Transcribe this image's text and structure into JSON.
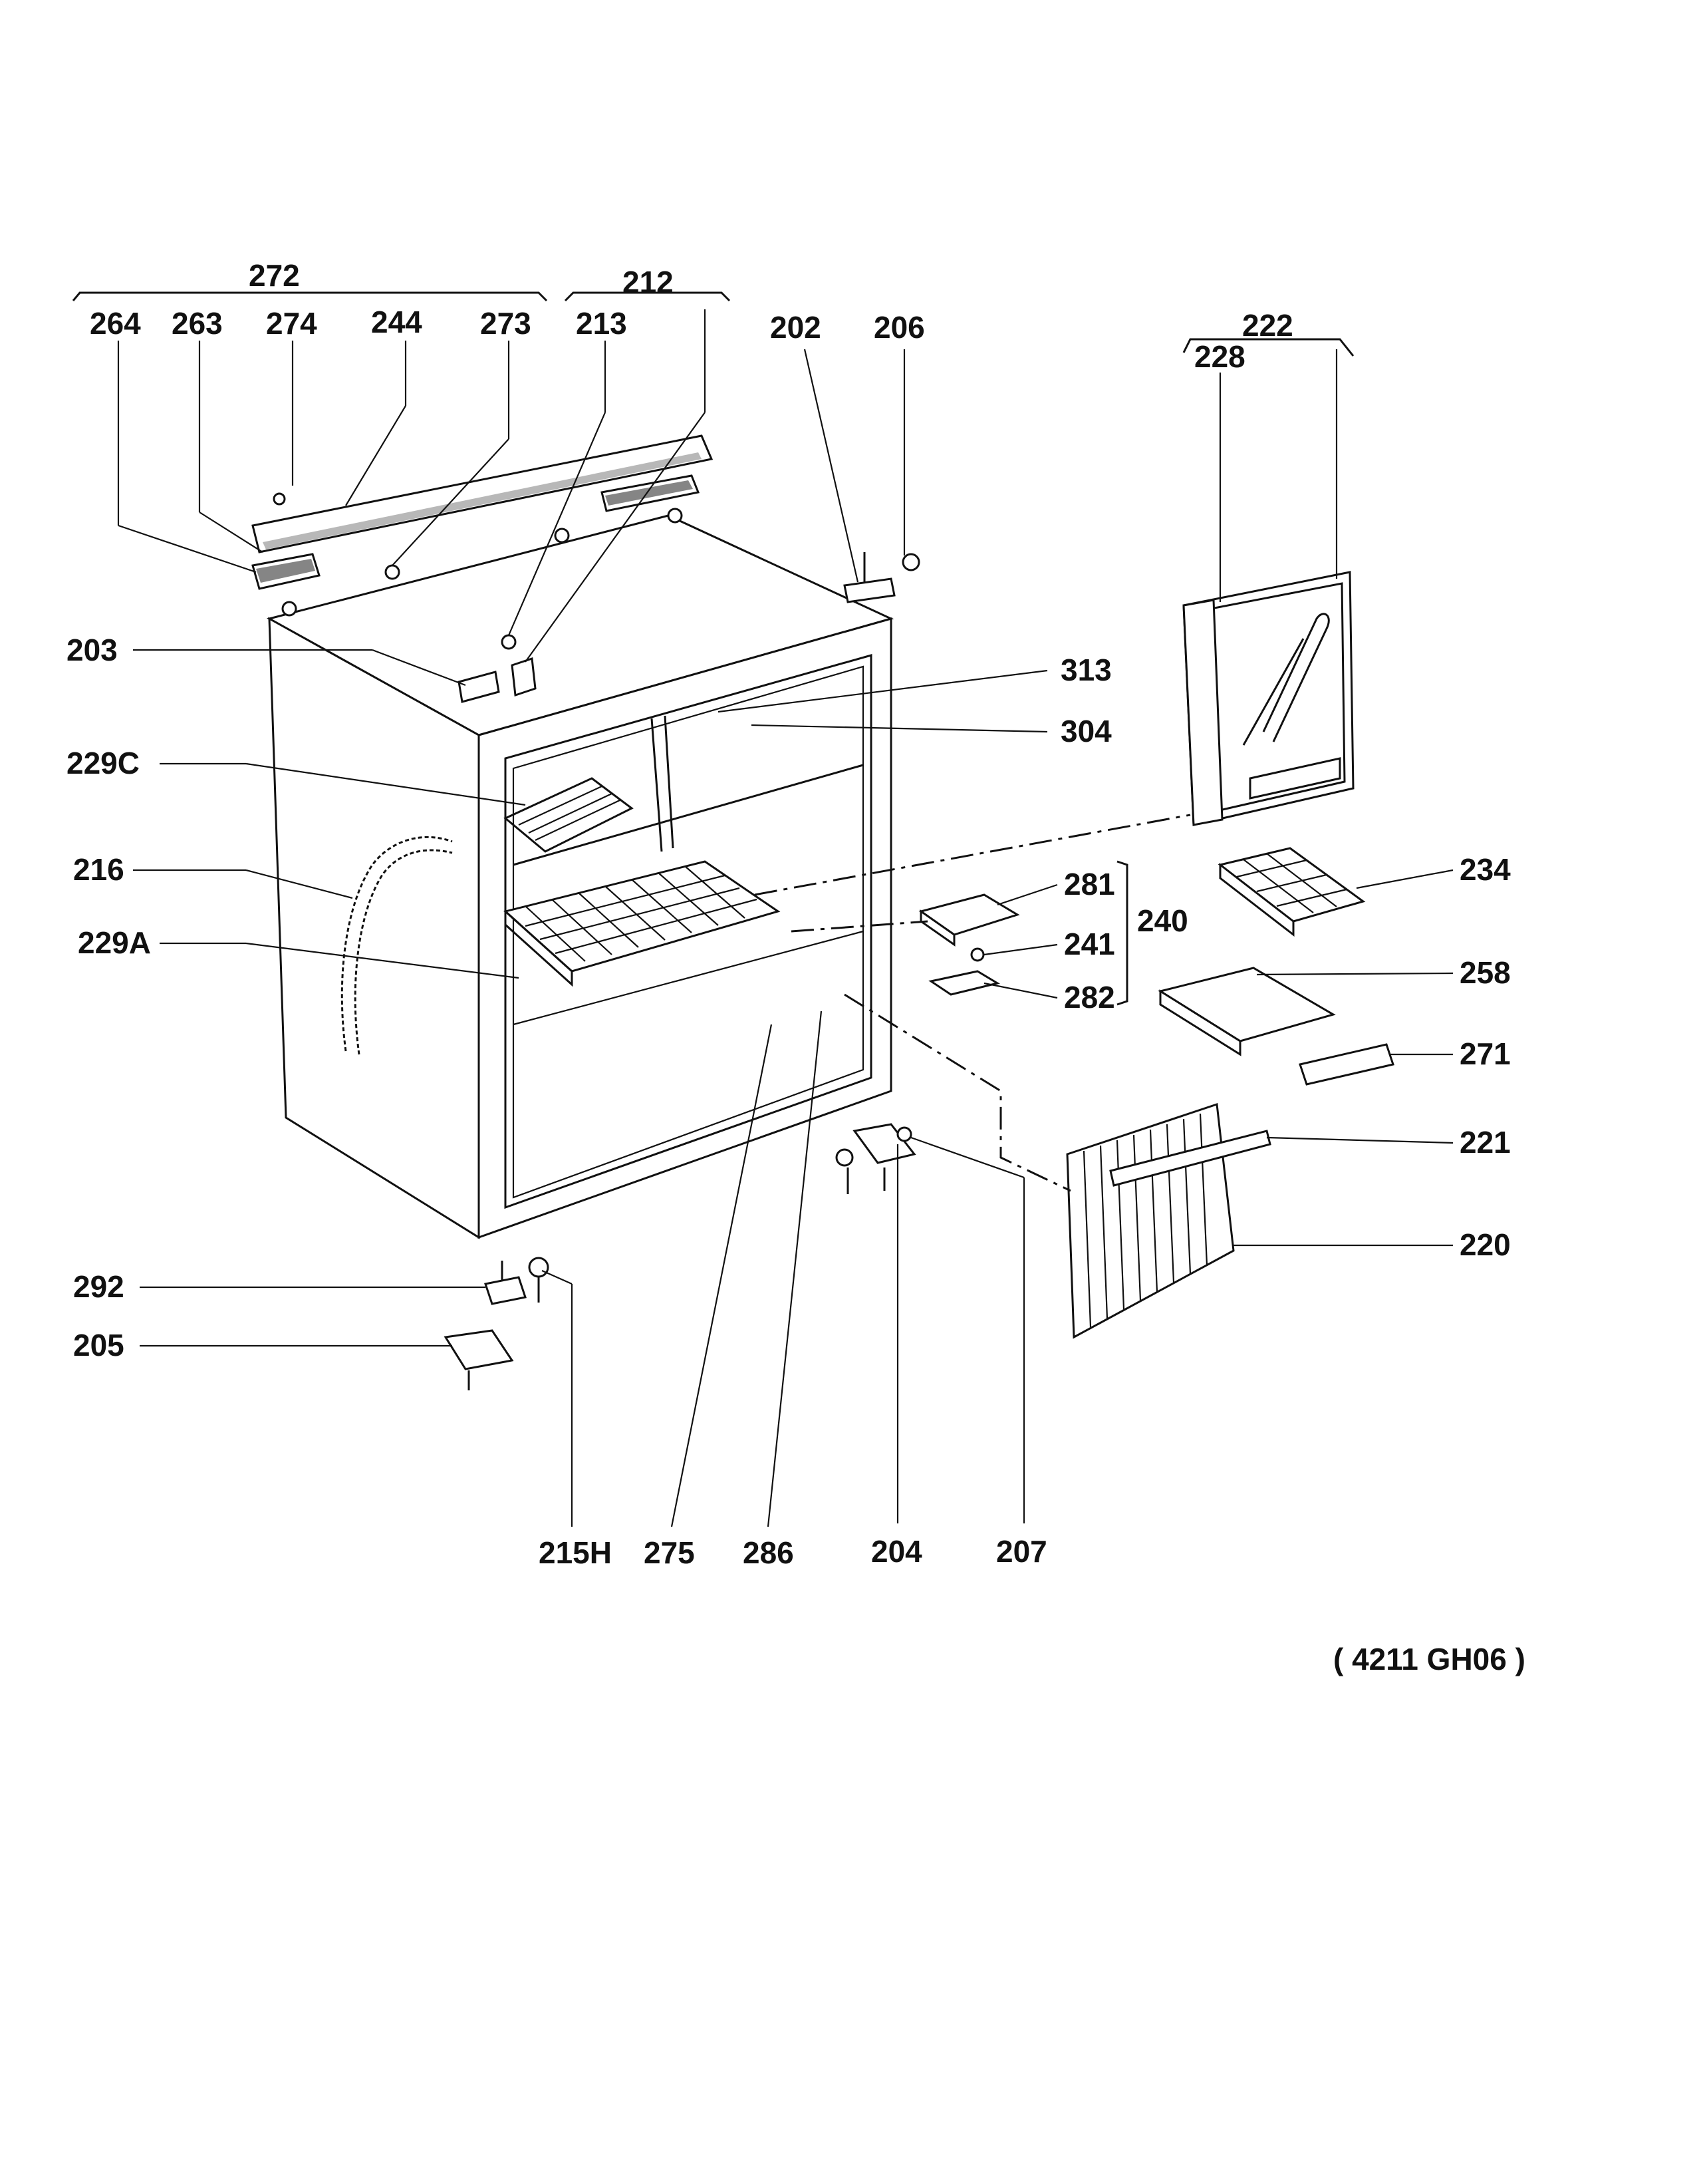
{
  "diagram": {
    "code": "( 4211  GH06 )",
    "labels": {
      "p272": "272",
      "p212": "212",
      "p264": "264",
      "p263": "263",
      "p274": "274",
      "p244": "244",
      "p273": "273",
      "p213": "213",
      "p202": "202",
      "p206": "206",
      "p222": "222",
      "p228": "228",
      "p203": "203",
      "p313": "313",
      "p304": "304",
      "p229c": "229C",
      "p216": "216",
      "p229a": "229A",
      "p281": "281",
      "p241": "241",
      "p282": "282",
      "p240": "240",
      "p234": "234",
      "p258": "258",
      "p271": "271",
      "p221": "221",
      "p220": "220",
      "p292": "292",
      "p205": "205",
      "p215h": "215H",
      "p275": "275",
      "p286": "286",
      "p204": "204",
      "p207": "207"
    }
  }
}
